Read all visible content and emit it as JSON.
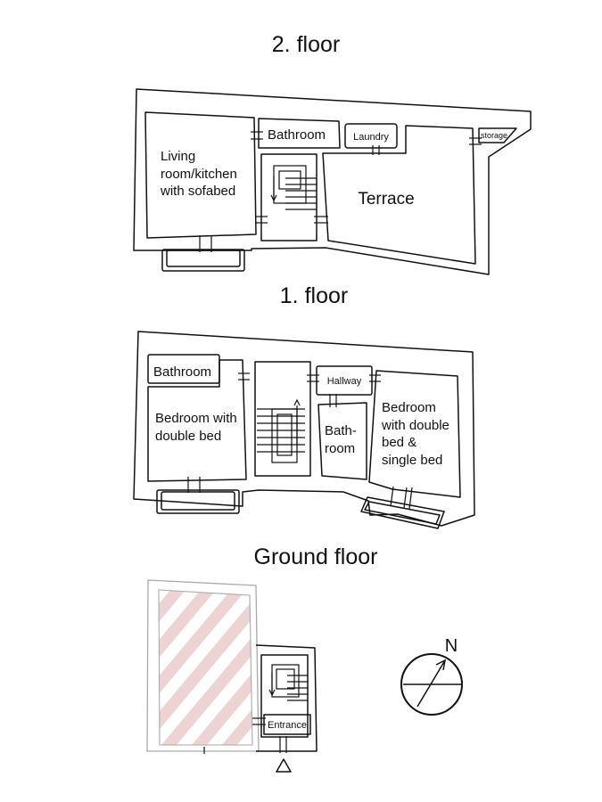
{
  "floors": {
    "second": {
      "heading": "2. floor",
      "rooms": {
        "living": [
          "Living",
          "room/kitchen",
          "with sofabed"
        ],
        "bathroom": "Bathroom",
        "laundry": "Laundry",
        "storage": "storage",
        "terrace": "Terrace"
      }
    },
    "first": {
      "heading": "1. floor",
      "rooms": {
        "bathroom": "Bathroom",
        "bedroom_double": [
          "Bedroom with",
          "double bed"
        ],
        "hallway": "Hallway",
        "bath": [
          "Bath-",
          "room"
        ],
        "bedroom_mixed": [
          "Bedroom",
          "with double",
          "bed &",
          "single bed"
        ]
      }
    },
    "ground": {
      "heading": "Ground floor",
      "rooms": {
        "entrance": "Entrance"
      }
    }
  },
  "compass": {
    "label": "N"
  },
  "colors": {
    "line": "#111111",
    "hatch": "#e8c4c6",
    "ghost": "#aaaaaa"
  }
}
